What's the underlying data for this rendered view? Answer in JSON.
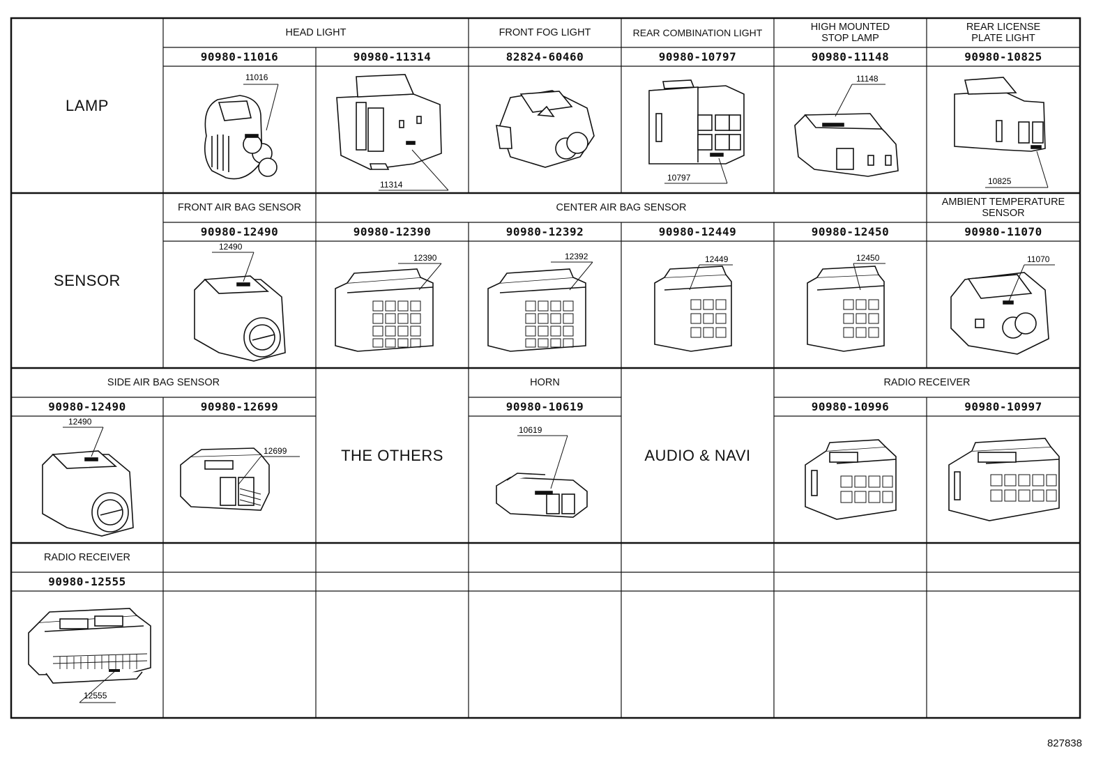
{
  "diagram_id": "827838",
  "sections": {
    "lamp": "LAMP",
    "sensor": "SENSOR",
    "the_others": "THE OTHERS",
    "audio_navi": "AUDIO & NAVI"
  },
  "groups": {
    "head_light": "HEAD LIGHT",
    "front_fog_light": "FRONT FOG LIGHT",
    "rear_combination_light": "REAR COMBINATION LIGHT",
    "high_mounted_stop_lamp": "HIGH MOUNTED\nSTOP LAMP",
    "rear_license_plate_light": "REAR LICENSE\nPLATE LIGHT",
    "front_air_bag_sensor": "FRONT AIR BAG SENSOR",
    "center_air_bag_sensor": "CENTER AIR BAG SENSOR",
    "ambient_temperature_sensor": "AMBIENT TEMPERATURE\nSENSOR",
    "side_air_bag_sensor": "SIDE AIR BAG SENSOR",
    "horn": "HORN",
    "radio_receiver_1": "RADIO RECEIVER",
    "radio_receiver_2": "RADIO RECEIVER"
  },
  "connectors": [
    {
      "part": "90980-11016",
      "callout": "11016",
      "shape": "round-2pin"
    },
    {
      "part": "90980-11314",
      "callout": "11314",
      "shape": "box-latch"
    },
    {
      "part": "82824-60460",
      "callout": "",
      "shape": "round-2pin-side"
    },
    {
      "part": "90980-10797",
      "callout": "10797",
      "shape": "box-6pin"
    },
    {
      "part": "90980-11148",
      "callout": "11148",
      "shape": "flat-2pin"
    },
    {
      "part": "90980-10825",
      "callout": "10825",
      "shape": "box-2pin-tall"
    },
    {
      "part": "90980-12490",
      "callout": "12490",
      "shape": "airbag-round"
    },
    {
      "part": "90980-12390",
      "callout": "12390",
      "shape": "grid-block"
    },
    {
      "part": "90980-12392",
      "callout": "12392",
      "shape": "grid-block"
    },
    {
      "part": "90980-12449",
      "callout": "12449",
      "shape": "grid-block-small"
    },
    {
      "part": "90980-12450",
      "callout": "12450",
      "shape": "grid-block-small"
    },
    {
      "part": "90980-11070",
      "callout": "11070",
      "shape": "round-2pin-temp"
    },
    {
      "part": "90980-12490",
      "callout": "12490",
      "shape": "airbag-round"
    },
    {
      "part": "90980-12699",
      "callout": "12699",
      "shape": "slim-wired"
    },
    {
      "part": "90980-10619",
      "callout": "10619",
      "shape": "horn-plug"
    },
    {
      "part": "90980-10996",
      "callout": "",
      "shape": "radio-8pin"
    },
    {
      "part": "90980-10997",
      "callout": "",
      "shape": "radio-10pin"
    },
    {
      "part": "90980-12555",
      "callout": "12555",
      "shape": "wide-multipin"
    }
  ]
}
